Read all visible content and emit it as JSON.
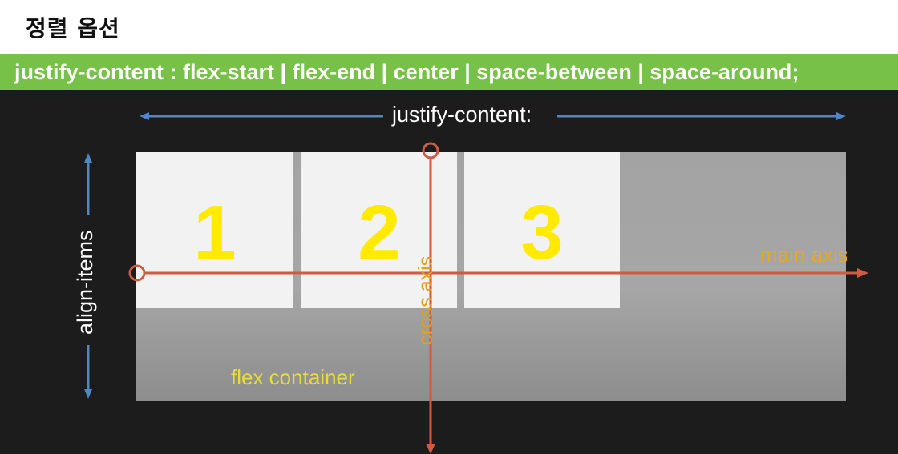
{
  "slide": {
    "title": "정렬 옵션",
    "code_line": "justify-content : flex-start | flex-end | center | space-between | space-around;"
  },
  "diagram": {
    "items": [
      {
        "label": "1"
      },
      {
        "label": "2"
      },
      {
        "label": "3"
      }
    ],
    "container_label": "flex container",
    "main_axis_label": "main axis",
    "cross_axis_label": "cross axis",
    "justify_label": "justify-content:",
    "align_label": "align-items",
    "colors": {
      "code_bar": "#78c149",
      "item_number": "#ffea00",
      "axis_line": "#d05a44",
      "guide_arrow": "#4f86c6",
      "main_axis_text": "#e8a81c",
      "container_text": "#e8dc3c"
    }
  }
}
